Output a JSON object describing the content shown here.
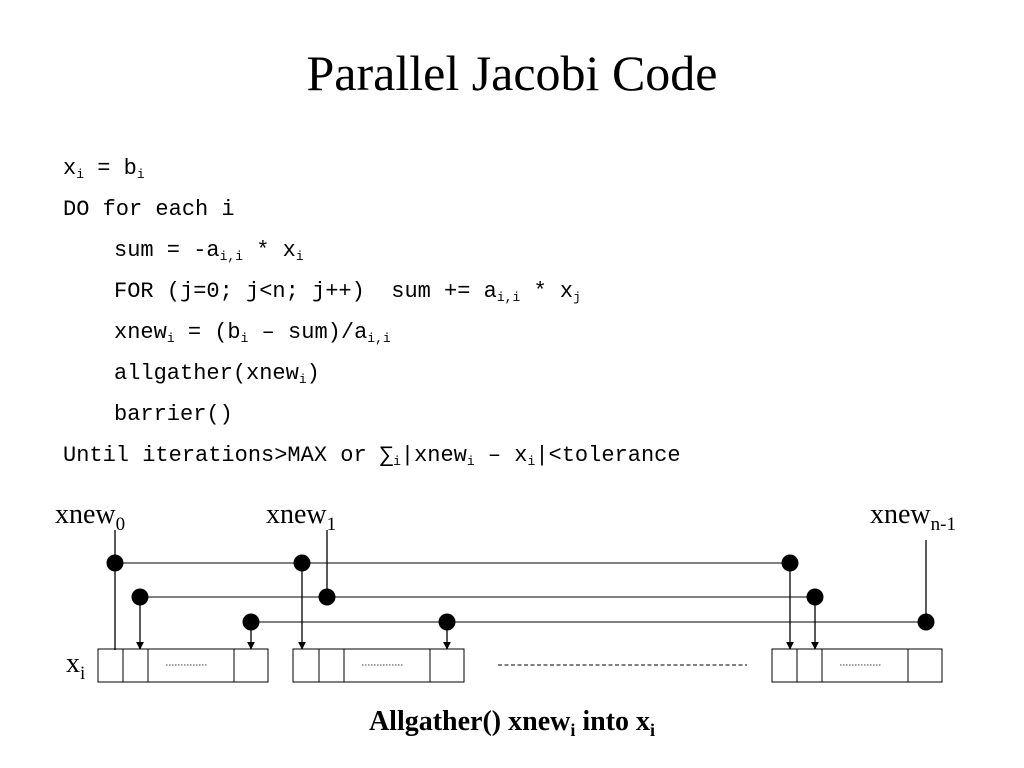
{
  "title": "Parallel Jacobi Code",
  "code": {
    "line1": {
      "a": "x",
      "a_sub": "i",
      "b": " = b",
      "b_sub": "i"
    },
    "line2": {
      "text": "DO for each i"
    },
    "line3": {
      "a": "sum = -a",
      "a_sub": "i,i",
      "b": " * x",
      "b_sub": "i"
    },
    "line4": {
      "a": "FOR (j=0; j<n; j++)  sum += a",
      "a_sub": "i,i",
      "b": " * x",
      "b_sub": "j"
    },
    "line5": {
      "a": "xnew",
      "a_sub": "i",
      "b": " = (b",
      "b_sub": "i",
      "c": " – sum)/a",
      "c_sub": "i,i"
    },
    "line6": {
      "a": "allgather(xnew",
      "a_sub": "i",
      "b": ")"
    },
    "line7": {
      "text": "barrier()"
    },
    "line8": {
      "a": "Until iterations>MAX or ∑",
      "a_sub": "i",
      "b": "|xnew",
      "b_sub": "i",
      "c": " – x",
      "c_sub": "i",
      "d": "|<tolerance"
    }
  },
  "diagram": {
    "labels": {
      "xnew0": {
        "base": "xnew",
        "sub": "0"
      },
      "xnew1": {
        "base": "xnew",
        "sub": "1"
      },
      "xnewn1": {
        "base": "xnew",
        "sub": "n-1"
      },
      "xi": {
        "base": "x",
        "sub": "i"
      }
    }
  },
  "caption": {
    "a": "Allgather() xnew",
    "a_sub": "i",
    "b": " into x",
    "b_sub": "i"
  }
}
